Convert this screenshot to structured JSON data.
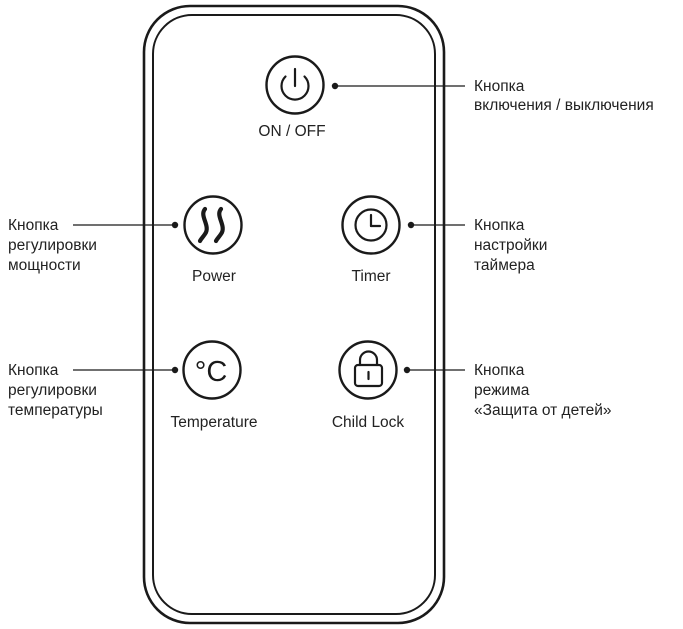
{
  "remote": {
    "buttons": {
      "power_toggle": {
        "label": "ON / OFF",
        "icon": "power-icon"
      },
      "power_level": {
        "label": "Power",
        "icon": "heat-waves-icon"
      },
      "timer": {
        "label": "Timer",
        "icon": "clock-icon"
      },
      "temperature": {
        "label": "Temperature",
        "icon": "celsius-icon",
        "symbol": "°C"
      },
      "child_lock": {
        "label": "Child Lock",
        "icon": "padlock-icon"
      }
    }
  },
  "callouts": {
    "power_toggle": [
      "Кнопка",
      "включения / выключения"
    ],
    "power_level": [
      "Кнопка",
      "регулировки",
      "мощности"
    ],
    "timer": [
      "Кнопка",
      "настройки",
      "таймера"
    ],
    "temperature": [
      "Кнопка",
      "регулировки",
      "температуры"
    ],
    "child_lock": [
      "Кнопка",
      "режима",
      "«Защита от детей»"
    ]
  }
}
